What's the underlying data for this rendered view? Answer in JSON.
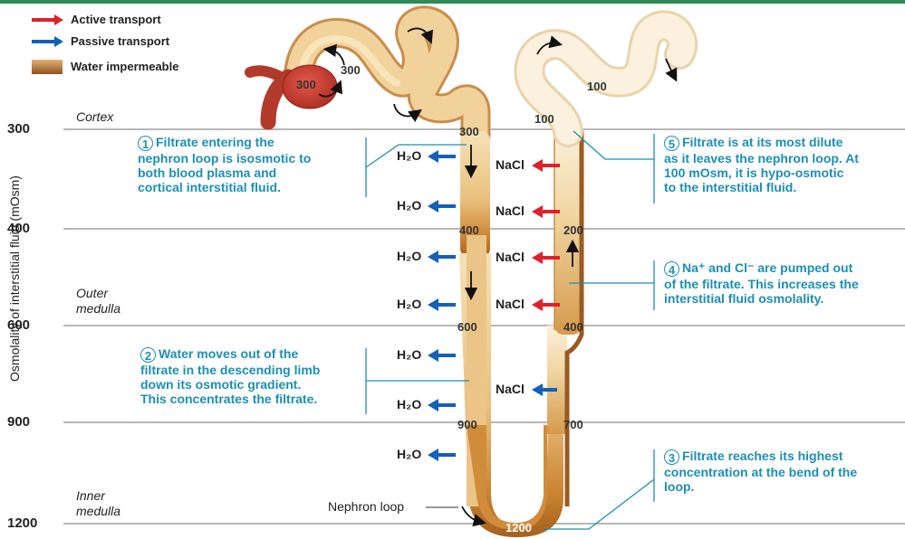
{
  "legend": {
    "active": "Active transport",
    "passive": "Passive transport",
    "impermeable": "Water impermeable"
  },
  "colors": {
    "active_arrow": "#e0202c",
    "passive_arrow": "#1560b8",
    "annotation_teal": "#1b8fb4",
    "tubule_light": "#f3d9a6",
    "tubule_dark": "#9a5a23",
    "glomerulus": "#c0392b",
    "gridline": "#888888"
  },
  "y_axis": {
    "title": "Osmolality of interstitial fluid (mOsm)",
    "ticks": [
      "300",
      "400",
      "600",
      "900",
      "1200"
    ]
  },
  "regions": {
    "cortex": "Cortex",
    "outer": [
      "Outer",
      "medulla"
    ],
    "inner": [
      "Inner",
      "medulla"
    ]
  },
  "concentrations": {
    "glomerulus": "300",
    "proximal": "300",
    "desc_300": "300",
    "desc_400": "400",
    "desc_600": "600",
    "desc_900": "900",
    "bend": "1200",
    "asc_700": "700",
    "asc_400": "400",
    "asc_200": "200",
    "asc_100": "100",
    "distal": "100"
  },
  "transport_labels": {
    "water": "H₂O",
    "salt": "NaCl"
  },
  "nephron_loop_label": "Nephron loop",
  "annotations": [
    {
      "num": "1",
      "lines": [
        "Filtrate entering the",
        "nephron loop is isosmotic to",
        "both blood plasma and",
        "cortical interstitial fluid."
      ]
    },
    {
      "num": "2",
      "lines": [
        "Water moves out of the",
        "filtrate in the descending limb",
        "down its osmotic gradient.",
        "This concentrates the filtrate."
      ]
    },
    {
      "num": "3",
      "lines": [
        "Filtrate reaches its highest",
        "concentration at the bend of the",
        "loop."
      ]
    },
    {
      "num": "4",
      "lines": [
        "Na⁺ and Cl⁻ are pumped out",
        "of the filtrate. This increases the",
        "interstitial fluid osmolality."
      ]
    },
    {
      "num": "5",
      "lines": [
        "Filtrate is at its most dilute",
        "as it leaves the nephron loop. At",
        "100 mOsm, it is hypo-osmotic",
        "to the interstitial fluid."
      ]
    }
  ]
}
